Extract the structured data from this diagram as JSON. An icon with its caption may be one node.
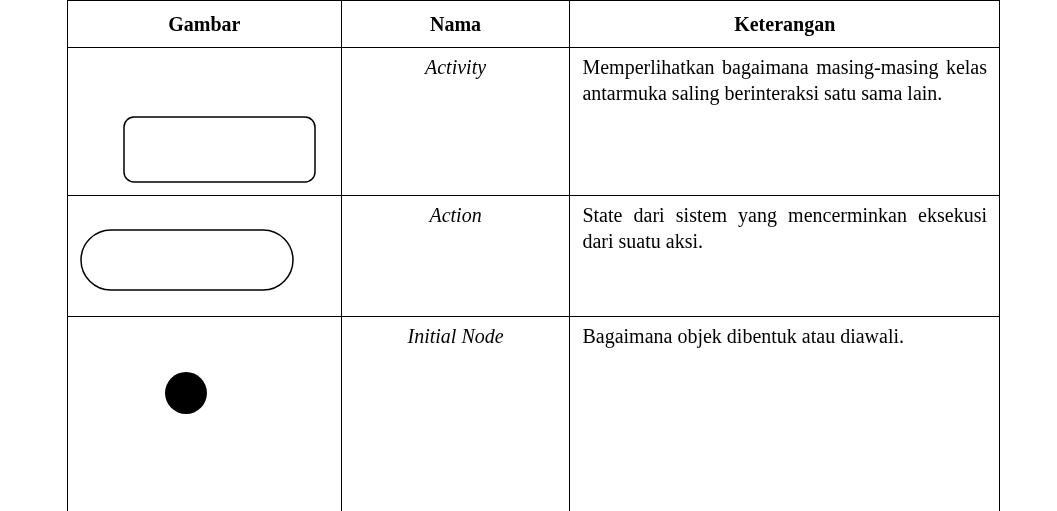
{
  "diagram": {
    "nodes": [
      {
        "text": [],
        "shape": "box"
      },
      {
        "text": [],
        "shape": "box"
      },
      {
        "text": [],
        "shape": "circle"
      }
    ],
    "labels": [
      "Gambar",
      "Nama",
      "Keterangan",
      "Activity",
      "Memperlihatkan bagaimana masing-masing kelas antarmuka saling berinteraksi satu sama lain.",
      "Action",
      "State dari sistem yang mencerminkan eksekusi dari suatu aksi.",
      "Initial Node",
      "Bagaimana objek dibentuk atau diawali."
    ]
  }
}
